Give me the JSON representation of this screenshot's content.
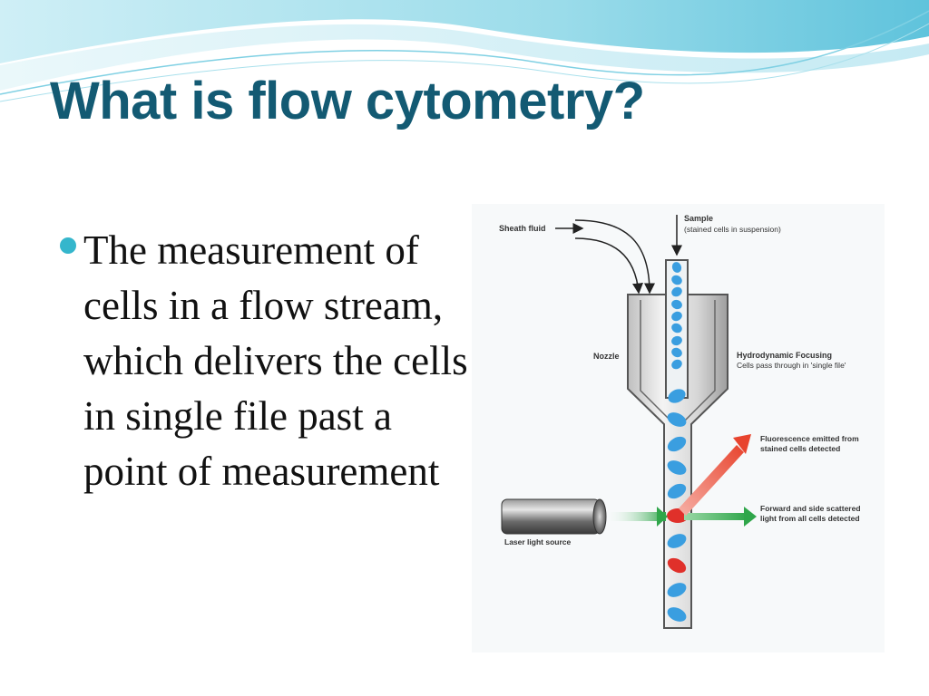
{
  "slide": {
    "title": "What is flow cytometry?",
    "bullet": "The measurement of cells in a flow stream, which delivers the cells in single file past a point of measurement"
  },
  "diagram": {
    "labels": {
      "sheath_fluid": "Sheath fluid",
      "sample": "Sample",
      "sample_note": "(stained cells in suspension)",
      "nozzle": "Nozzle",
      "hydro_title": "Hydrodynamic Focusing",
      "hydro_note": "Cells pass through in 'single file'",
      "fluor_line1": "Fluorescence emitted from",
      "fluor_line2": "stained cells detected",
      "scatter_line1": "Forward and side scattered",
      "scatter_line2": "light from all cells detected",
      "laser": "Laser light source"
    },
    "colors": {
      "title": "#135a73",
      "bullet": "#35b6cc",
      "cell_unstained": "#3a9ee0",
      "cell_stained": "#e0302a",
      "laser_beam": "#2fa64a",
      "fluorescence": "#e8442e"
    }
  }
}
